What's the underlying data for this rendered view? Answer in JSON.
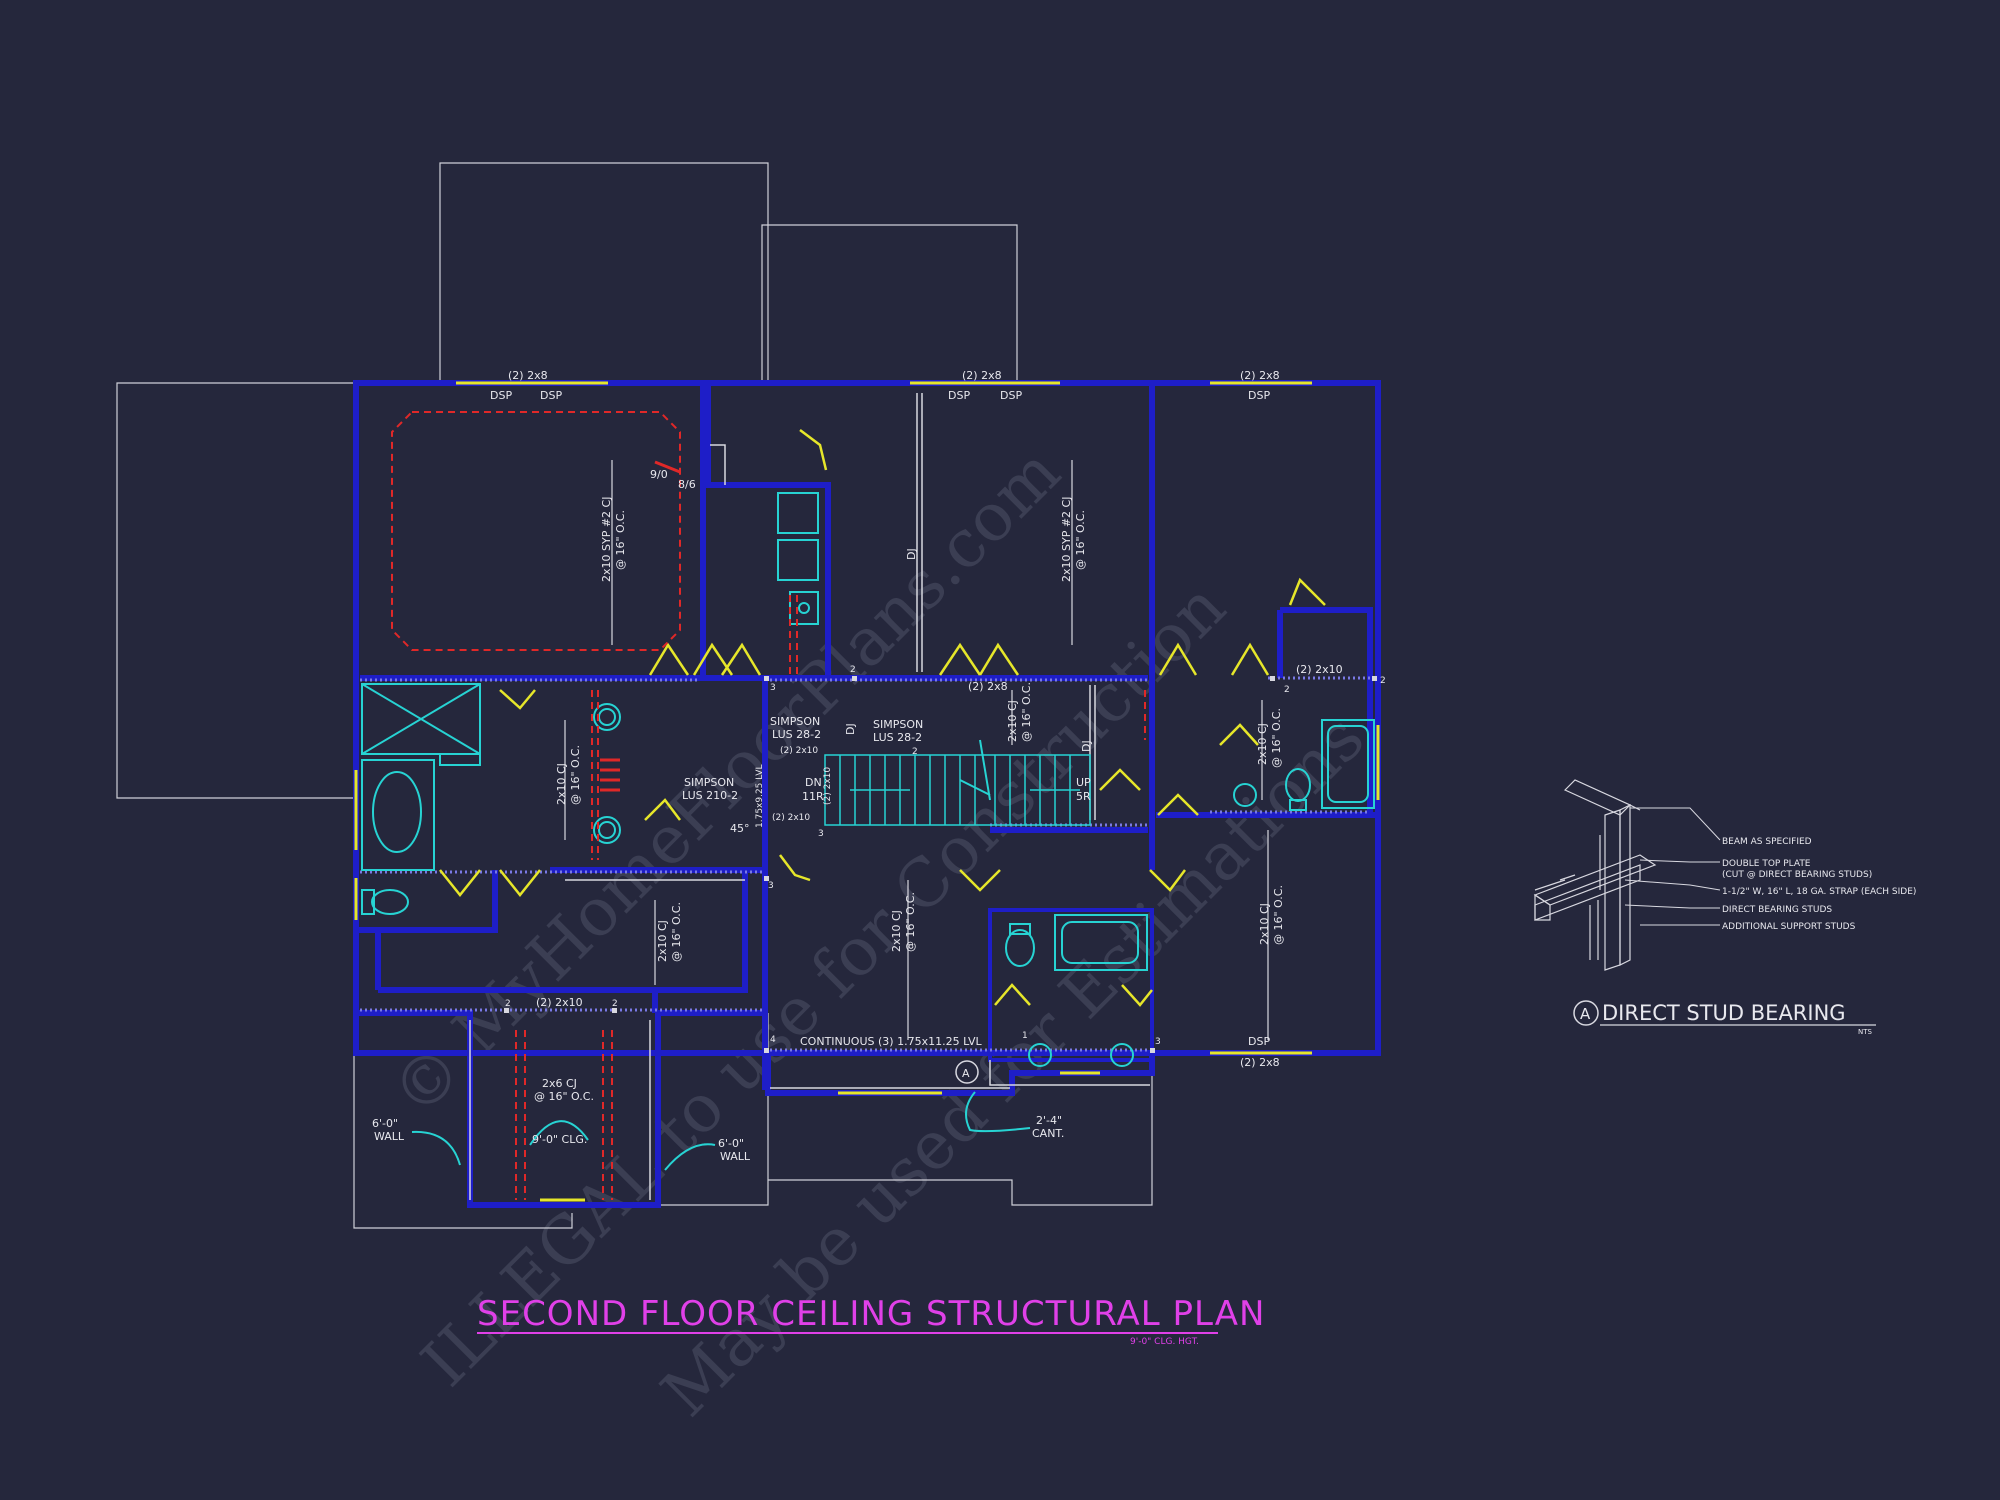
{
  "title": "SECOND FLOOR CEILING STRUCTURAL PLAN",
  "subtitle": "9'-0\" CLG. HGT.",
  "watermark": {
    "lines": [
      "© MyHomeFloorPlans.com",
      "ILLEGAL to use for Construction",
      "May be used for Estimations"
    ]
  },
  "labels": {
    "hdr_2x8_a": "(2) 2x8",
    "dsp_a1": "DSP",
    "dsp_a2": "DSP",
    "hdr_2x8_b": "(2) 2x8",
    "dsp_b1": "DSP",
    "dsp_b2": "DSP",
    "hdr_2x8_c": "(2) 2x8",
    "dsp_c1": "DSP",
    "cj_master": "2x10 SYP #2 CJ",
    "cj_master_oc": "@ 16\" O.C.",
    "cj_bed2": "2x10 SYP #2 CJ",
    "cj_bed2_oc": "@ 16\" O.C.",
    "vault_910": "9/0",
    "vault_86": "8/6",
    "dj_a": "DJ",
    "dj_b": "DJ",
    "dj_c": "DJ",
    "hdr_2x8_hall": "(2) 2x8",
    "hdr_2x10_bath3": "(2) 2x10",
    "cj_hall": "2x10 CJ",
    "cj_hall_oc": "@ 16\" O.C.",
    "simpson_a": "SIMPSON",
    "simpson_a2": "LUS 28-2",
    "simpson_b": "SIMPSON",
    "simpson_b2": "LUS 28-2",
    "simpson_c": "SIMPSON",
    "simpson_c2": "LUS 210-2",
    "lvl_stair": "1.75x9.25 LVL",
    "hdr_2x10_s1": "(2) 2x10",
    "hdr_2x10_s2": "(2) 2x10",
    "hdr_2x10_s3": "(2) 2x10",
    "stair_dn": "DN",
    "stair_dn_r": "11R",
    "stair_up": "UP",
    "stair_up_r": "5R",
    "angle_45": "45°",
    "cj_mbath": "2x10 CJ",
    "cj_mbath_oc": "@ 16\" O.C.",
    "cj_bath3": "2x10 CJ",
    "cj_bath3_oc": "@ 16\" O.C.",
    "cj_closet": "2x10 CJ",
    "cj_closet_oc": "@ 16\" O.C.",
    "cj_bed4": "2x10 CJ",
    "cj_bed4_oc": "@ 16\" O.C.",
    "cj_bed3": "2x10 CJ",
    "cj_bed3_oc": "@ 16\" O.C.",
    "hdr_2x10_lower": "(2) 2x10",
    "cj_bonus": "2x6 CJ",
    "cj_bonus_oc": "@ 16\" O.C.",
    "bonus_clg": "9'-0\" CLG.",
    "wall_l": "6'-0\"",
    "wall_l2": "WALL",
    "wall_r": "6'-0\"",
    "wall_r2": "WALL",
    "beam_cont": "CONTINUOUS (3) 1.75x11.25 LVL",
    "cant": "2'-4\"",
    "cant2": "CANT.",
    "dsp_bed3": "DSP",
    "hdr_2x8_bed3": "(2) 2x8",
    "n2": "2",
    "n3": "3",
    "n4": "4",
    "n1": "1",
    "section_a": "A"
  },
  "detail": {
    "tag": "A",
    "title": "DIRECT STUD BEARING",
    "scale": "NTS",
    "callouts": [
      "BEAM AS SPECIFIED",
      "DOUBLE TOP PLATE",
      "(CUT @ DIRECT BEARING STUDS)",
      "1-1/2\" W, 16\" L, 18 GA. STRAP (EACH SIDE)",
      "DIRECT BEARING STUDS",
      "ADDITIONAL SUPPORT STUDS"
    ]
  },
  "colors": {
    "background": "#25273c",
    "wall": "#1e1ec8",
    "fixture": "#27d3d3",
    "door": "#e6e62a",
    "title": "#e040e8",
    "vault": "#e02828",
    "line": "#d8d8e0",
    "watermark": "#3e4156"
  }
}
